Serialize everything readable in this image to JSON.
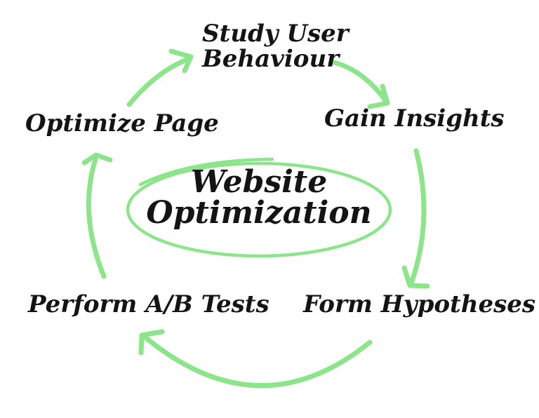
{
  "title": "Website Optimization",
  "steps": [
    {
      "label": "Study User Behaviour"
    },
    {
      "label": "Gain Insights"
    },
    {
      "label": "Form Hypotheses"
    },
    {
      "label": "Perform A/B Tests"
    },
    {
      "label": "Optimize Page"
    }
  ],
  "connections": [
    {
      "from": "Study User Behaviour",
      "to": "Gain Insights"
    },
    {
      "from": "Gain Insights",
      "to": "Form Hypotheses"
    },
    {
      "from": "Form Hypotheses",
      "to": "Perform A/B Tests"
    },
    {
      "from": "Perform A/B Tests",
      "to": "Optimize Page"
    },
    {
      "from": "Optimize Page",
      "to": "Study User Behaviour"
    }
  ],
  "colors": {
    "arrow": "#8de58b",
    "text": "#141414",
    "background": "#ffffff"
  }
}
